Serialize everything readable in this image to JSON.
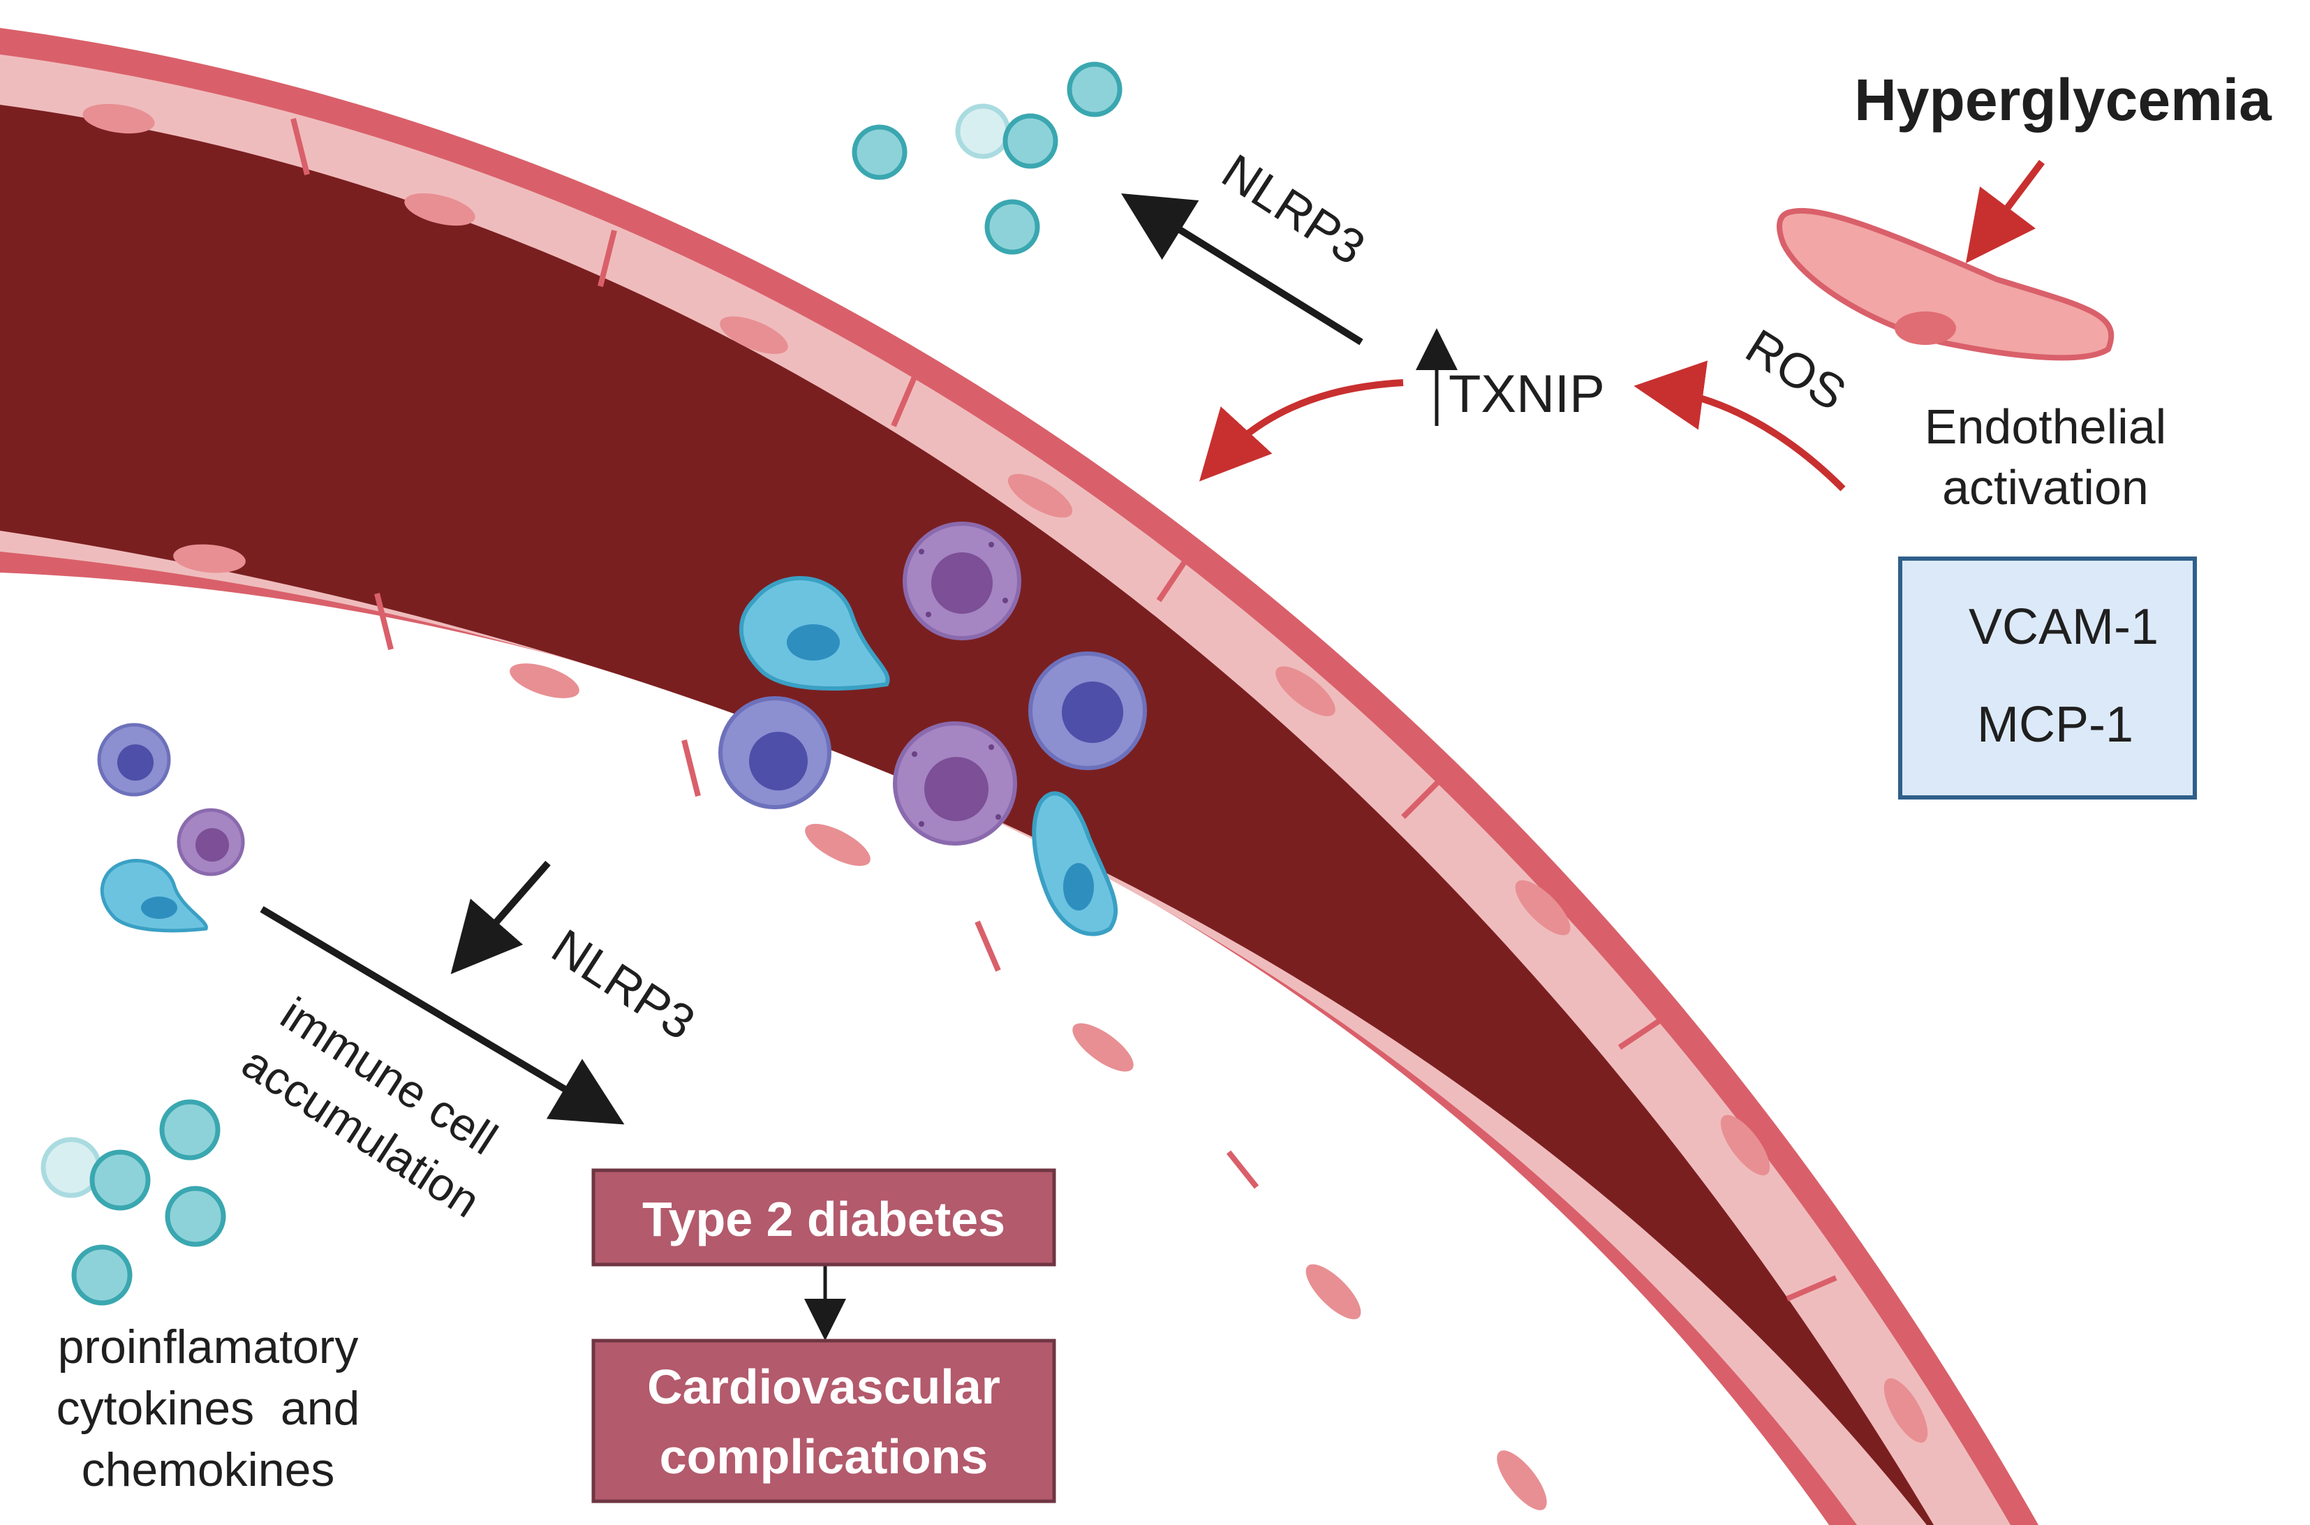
{
  "labels": {
    "hyperglycemia": "Hyperglycemia",
    "ros": "ROS",
    "endothelial_line1": "Endothelial",
    "endothelial_line2": "activation",
    "txnip": "TXNIP",
    "nlrp3_top": "NLRP3",
    "nlrp3_bottom": "NLRP3",
    "markers": [
      "VCAM-1",
      "MCP-1"
    ],
    "immune_line1": "immune cell",
    "immune_line2": "accumulation",
    "cytokines_line1": "proinflamatory",
    "cytokines_line2": "cytokines  and",
    "cytokines_line3": "chemokines"
  },
  "outcome_boxes": {
    "first": "Type 2 diabetes",
    "second_line1": "Cardiovascular",
    "second_line2": "complications"
  },
  "colors": {
    "lumen": "#7a1f20",
    "vessel_wall": "#d9606a",
    "endothelium": "#efbcbd",
    "nucleus": "#e88f93",
    "red_arrow": "#c8302f",
    "box_fill": "#b35a6c",
    "marker_box_fill": "#dce9f8",
    "marker_box_border": "#2f5f8a",
    "cytokine": "#8ed2d9",
    "cytokine_border": "#3aa7b0",
    "monocyte": "#8c8fd0",
    "granulocyte": "#a585c2",
    "macrophage": "#6cc3e0"
  }
}
